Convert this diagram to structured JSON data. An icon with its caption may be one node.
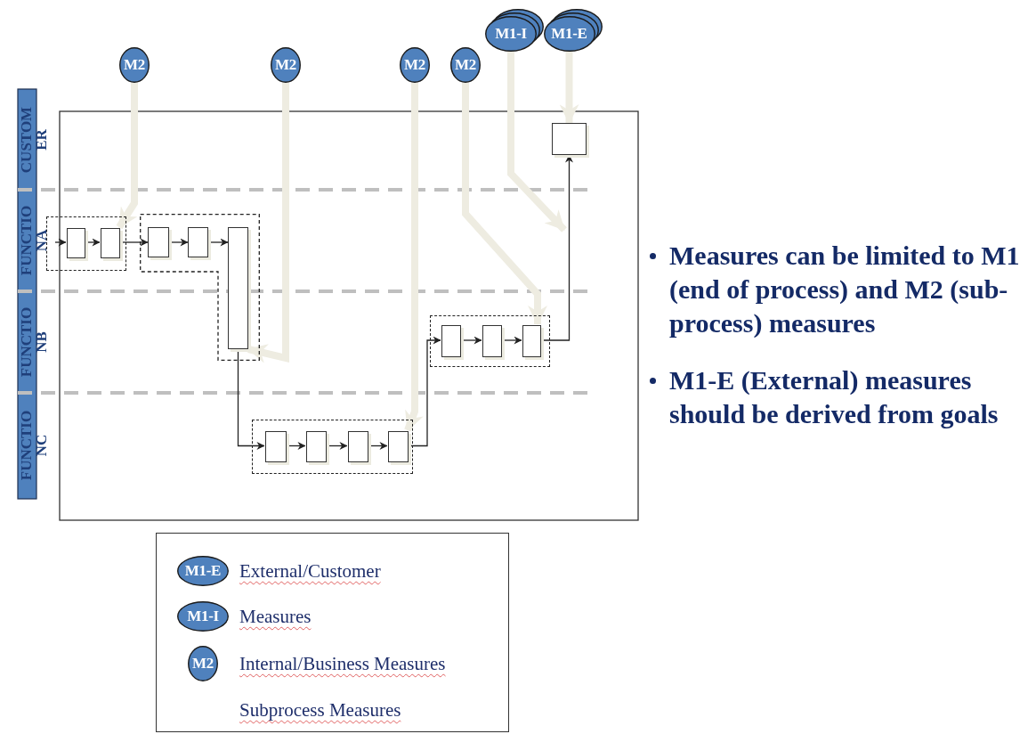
{
  "diagram": {
    "nodes": [
      {
        "text": [
          "M2"
        ]
      },
      {
        "text": [
          "M2"
        ]
      },
      {
        "text": [
          "M2"
        ]
      },
      {
        "text": [
          "M2"
        ]
      },
      {
        "text": [
          "M1-I"
        ]
      },
      {
        "text": [
          "M1-E"
        ]
      },
      {
        "text": [],
        "shape": "box"
      },
      {
        "text": [],
        "shape": "box",
        "in": 6
      },
      {
        "text": [],
        "shape": "box",
        "in": 6
      },
      {
        "text": [],
        "shape": "box"
      },
      {
        "text": [],
        "shape": "box",
        "in": 9
      },
      {
        "text": [],
        "shape": "box",
        "in": 9
      },
      {
        "text": [],
        "shape": "box",
        "in": 9
      },
      {
        "text": [],
        "shape": "box"
      },
      {
        "text": [],
        "shape": "box",
        "in": 13
      },
      {
        "text": [],
        "shape": "box",
        "in": 13
      },
      {
        "text": [],
        "shape": "box",
        "in": 13
      },
      {
        "text": [],
        "shape": "box",
        "in": 13
      },
      {
        "text": [],
        "shape": "box"
      },
      {
        "text": [],
        "shape": "box",
        "in": 18
      },
      {
        "text": [],
        "shape": "box",
        "in": 18
      },
      {
        "text": [],
        "shape": "box",
        "in": 18
      },
      {
        "text": [],
        "shape": "box"
      }
    ],
    "edges": [
      {
        "from": null,
        "to": 7,
        "arrow": "to"
      },
      {
        "from": 7,
        "to": 8,
        "arrow": "to"
      },
      {
        "from": 8,
        "to": 10,
        "arrow": "to"
      },
      {
        "from": 10,
        "to": 11,
        "arrow": "to"
      },
      {
        "from": 11,
        "to": 12,
        "arrow": "to"
      },
      {
        "from": 12,
        "to": 14,
        "arrow": "to"
      },
      {
        "from": 14,
        "to": 15,
        "arrow": "to"
      },
      {
        "from": 15,
        "to": 16,
        "arrow": "to"
      },
      {
        "from": 16,
        "to": 17,
        "arrow": "to"
      },
      {
        "from": 17,
        "to": 19,
        "arrow": "to"
      },
      {
        "from": 19,
        "to": 20,
        "arrow": "to"
      },
      {
        "from": 20,
        "to": 21,
        "arrow": "to"
      },
      {
        "from": 21,
        "to": 22,
        "arrow": "to"
      },
      {
        "from": 0,
        "to": 8,
        "arrow": "to",
        "style": "thick",
        "color": "#eeece1"
      },
      {
        "from": 1,
        "to": 12,
        "arrow": "to",
        "style": "thick",
        "color": "#eeece1"
      },
      {
        "from": 2,
        "to": 17,
        "arrow": "to",
        "style": "thick",
        "color": "#eeece1"
      },
      {
        "from": 3,
        "to": 21,
        "arrow": "to",
        "style": "thick",
        "color": "#eeece1"
      },
      {
        "from": 4,
        "to": null,
        "arrow": "to",
        "style": "thick",
        "color": "#eeece1"
      },
      {
        "from": 5,
        "to": 22,
        "arrow": "to",
        "style": "thick",
        "color": "#eeece1"
      }
    ],
    "labels": [
      "CUSTOM ER",
      "FUNCTIO NA",
      "FUNCTIO NB",
      "FUNCTIO NC",
      "Measures can be limited to M1 (end of process) and M2 (sub-process) measures",
      "M1-E (External) measures should be derived from goals",
      "M1-E",
      "M1-I",
      "M2"
    ],
    "legend": [
      {
        "text": "External/Customer"
      },
      {
        "text": "Measures"
      },
      {
        "text": "Internal/Business Measures"
      },
      {
        "text": "Subprocess Measures"
      }
    ]
  }
}
